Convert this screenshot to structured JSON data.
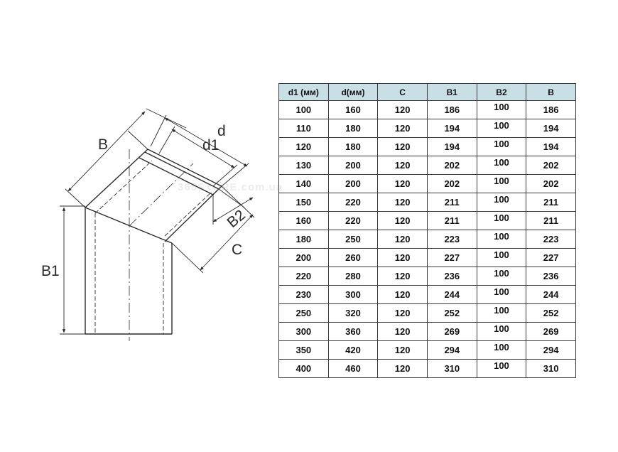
{
  "diagram": {
    "labels": {
      "b": "B",
      "d": "d",
      "d1": "d1",
      "b2": "B2",
      "c": "C",
      "b1": "B1"
    }
  },
  "table": {
    "headers": [
      "d1 (мм)",
      "d(мм)",
      "C",
      "B1",
      "B2",
      "B"
    ],
    "rows": [
      [
        "100",
        "160",
        "120",
        "186",
        "100",
        "186"
      ],
      [
        "110",
        "180",
        "120",
        "194",
        "100",
        "194"
      ],
      [
        "120",
        "180",
        "120",
        "194",
        "100",
        "194"
      ],
      [
        "130",
        "200",
        "120",
        "202",
        "100",
        "202"
      ],
      [
        "140",
        "200",
        "120",
        "202",
        "100",
        "202"
      ],
      [
        "150",
        "220",
        "120",
        "211",
        "100",
        "211"
      ],
      [
        "160",
        "220",
        "120",
        "211",
        "100",
        "211"
      ],
      [
        "180",
        "250",
        "120",
        "223",
        "100",
        "223"
      ],
      [
        "200",
        "260",
        "120",
        "227",
        "100",
        "227"
      ],
      [
        "220",
        "280",
        "120",
        "236",
        "100",
        "236"
      ],
      [
        "230",
        "300",
        "120",
        "244",
        "100",
        "244"
      ],
      [
        "250",
        "320",
        "120",
        "252",
        "100",
        "252"
      ],
      [
        "300",
        "360",
        "120",
        "269",
        "100",
        "269"
      ],
      [
        "350",
        "420",
        "120",
        "294",
        "100",
        "294"
      ],
      [
        "400",
        "460",
        "120",
        "310",
        "100",
        "310"
      ]
    ]
  },
  "watermark": "365STORE.com.ua",
  "colors": {
    "header_bg": "#c9dfe6",
    "line": "#2a2a2a",
    "border": "#3a3a3a"
  }
}
